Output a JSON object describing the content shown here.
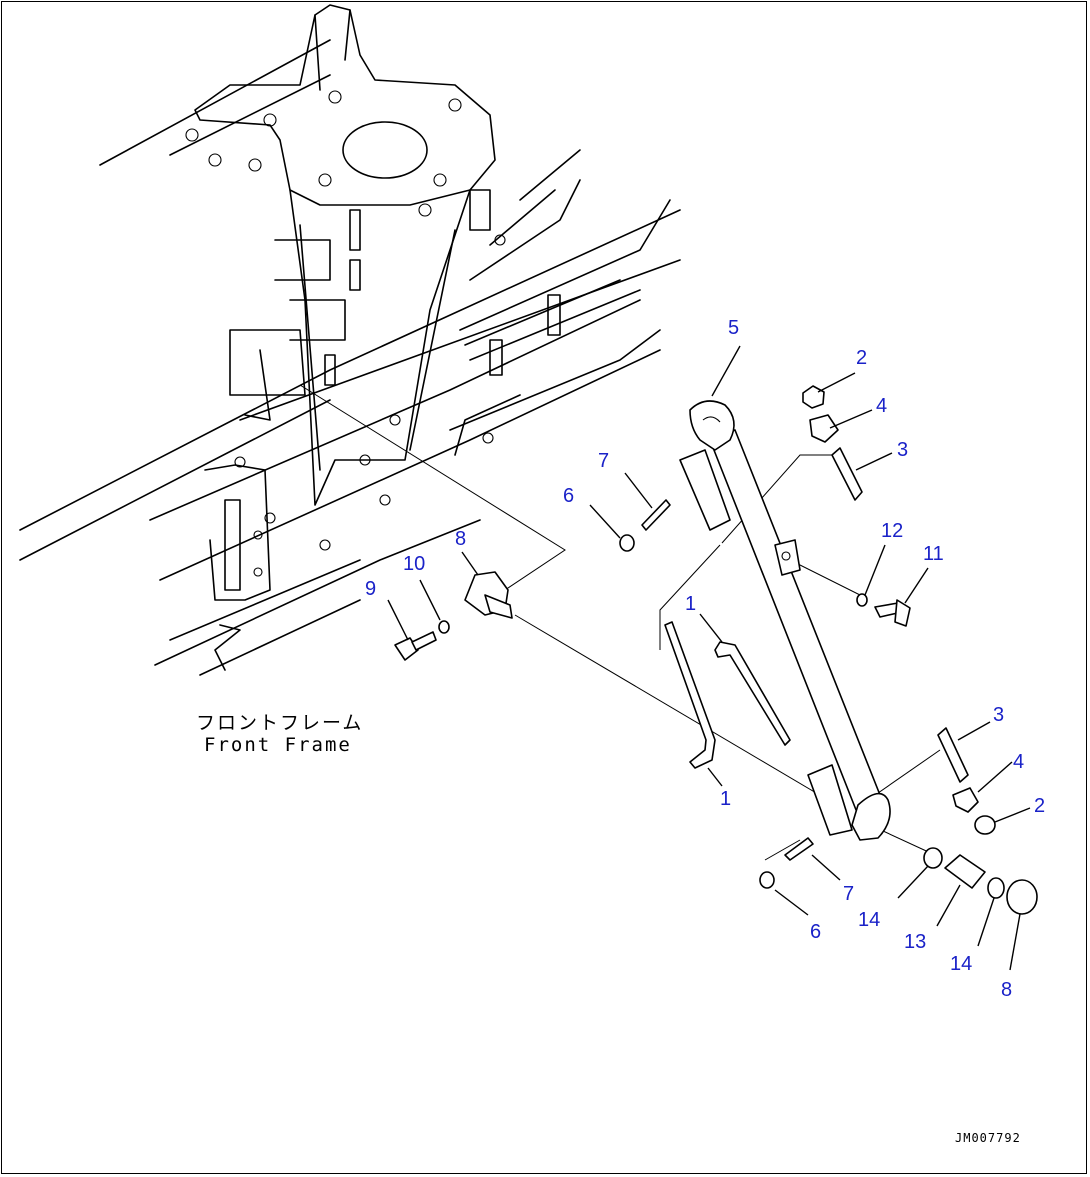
{
  "labels": {
    "frame_jp": "フロントフレーム",
    "frame_en": "Front Frame",
    "drawing_code": "JM007792"
  },
  "callouts": [
    "5",
    "2",
    "4",
    "3",
    "7",
    "6",
    "12",
    "11",
    "8",
    "10",
    "9",
    "1",
    "1",
    "3",
    "4",
    "2",
    "7",
    "6",
    "14",
    "13",
    "14",
    "8"
  ],
  "colors": {
    "callout": "#1a22c8",
    "line": "#000000",
    "background": "#ffffff"
  }
}
